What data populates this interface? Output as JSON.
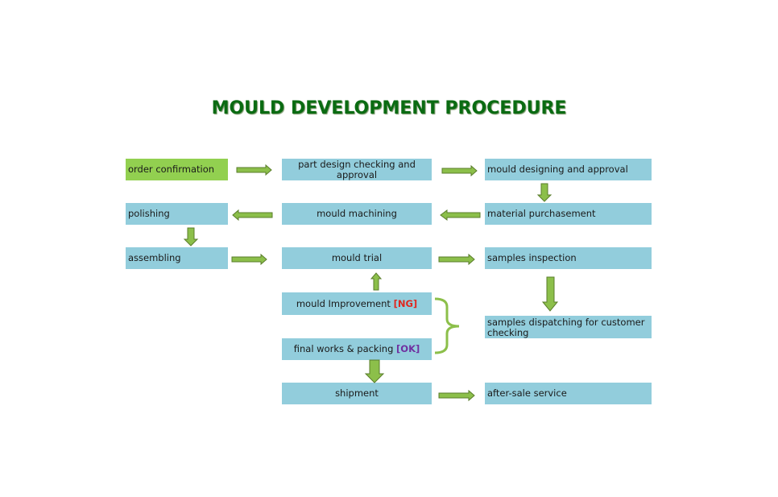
{
  "title": "MOULD  DEVELOPMENT PROCEDURE",
  "steps": {
    "order_confirmation": "order confirmation",
    "part_design": "part design checking and approval",
    "mould_design": "mould  designing and approval",
    "polishing": "polishing",
    "mould_machining": "mould machining",
    "material_purchasement": "material purchasement",
    "assembling": "assembling",
    "mould_trial": "mould trial",
    "samples_inspection": "samples inspection",
    "mould_improvement": "mould Improvement",
    "ng_tag": "[NG]",
    "samples_dispatching": "samples dispatching for customer checking",
    "final_works": "final works & packing",
    "ok_tag": "[OK]",
    "shipment": "shipment",
    "after_sale": "after-sale service"
  },
  "colors": {
    "box": "#92cddc",
    "start_box": "#92d050",
    "arrow_fill": "#8cbf4a",
    "arrow_stroke": "#5a7d2b",
    "title": "#0a6b12",
    "ng": "#e0261e",
    "ok": "#7030a0"
  }
}
